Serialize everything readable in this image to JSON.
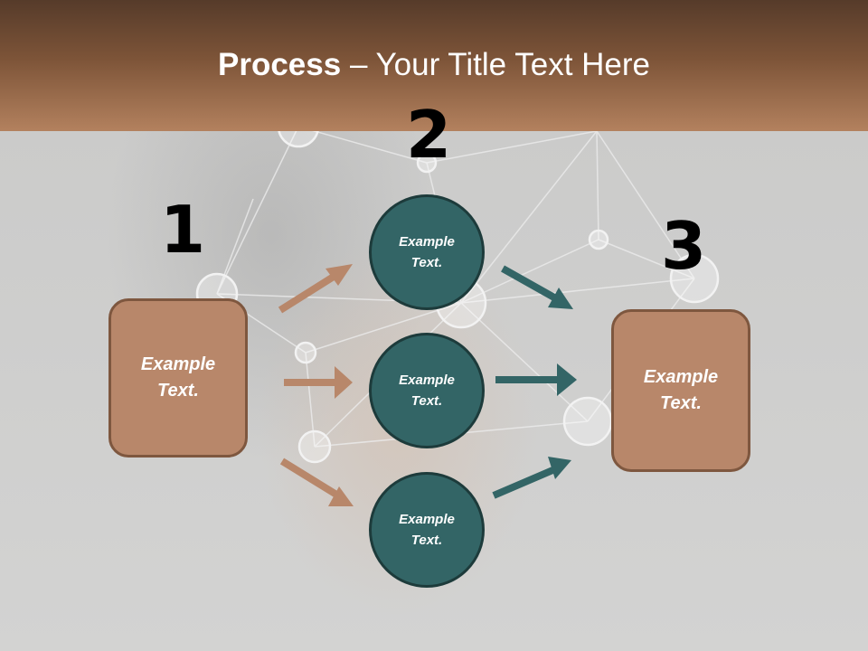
{
  "slide": {
    "title_bold": "Process",
    "title_rest": " – Your Title Text Here",
    "steps": [
      {
        "number": "1",
        "label": "Example\nText."
      },
      {
        "number": "2",
        "label": "Example\nText."
      },
      {
        "number": "3",
        "label": "Example\nText."
      }
    ],
    "middle_nodes": [
      {
        "label": "Example\nText."
      },
      {
        "label": "Example\nText."
      },
      {
        "label": "Example\nText."
      }
    ]
  },
  "colors": {
    "header_top": "#563b2a",
    "header_bottom": "#b3815e",
    "box_fill": "#b8876a",
    "box_border": "#7e573f",
    "node_fill": "#336566",
    "node_border": "#1d3b3b",
    "arrow_brown": "#b8876a",
    "arrow_teal": "#336566"
  }
}
